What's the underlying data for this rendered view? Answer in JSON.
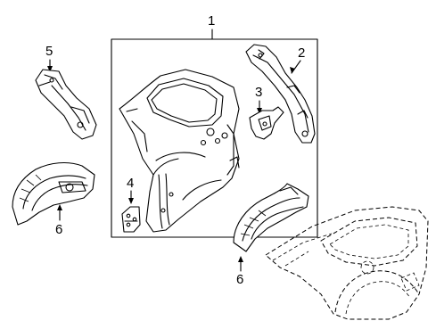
{
  "callouts": [
    {
      "id": "c1",
      "label": "1"
    },
    {
      "id": "c2",
      "label": "2"
    },
    {
      "id": "c3",
      "label": "3"
    },
    {
      "id": "c4",
      "label": "4"
    },
    {
      "id": "c5",
      "label": "5"
    },
    {
      "id": "c6a",
      "label": "6"
    },
    {
      "id": "c6b",
      "label": "6"
    }
  ]
}
